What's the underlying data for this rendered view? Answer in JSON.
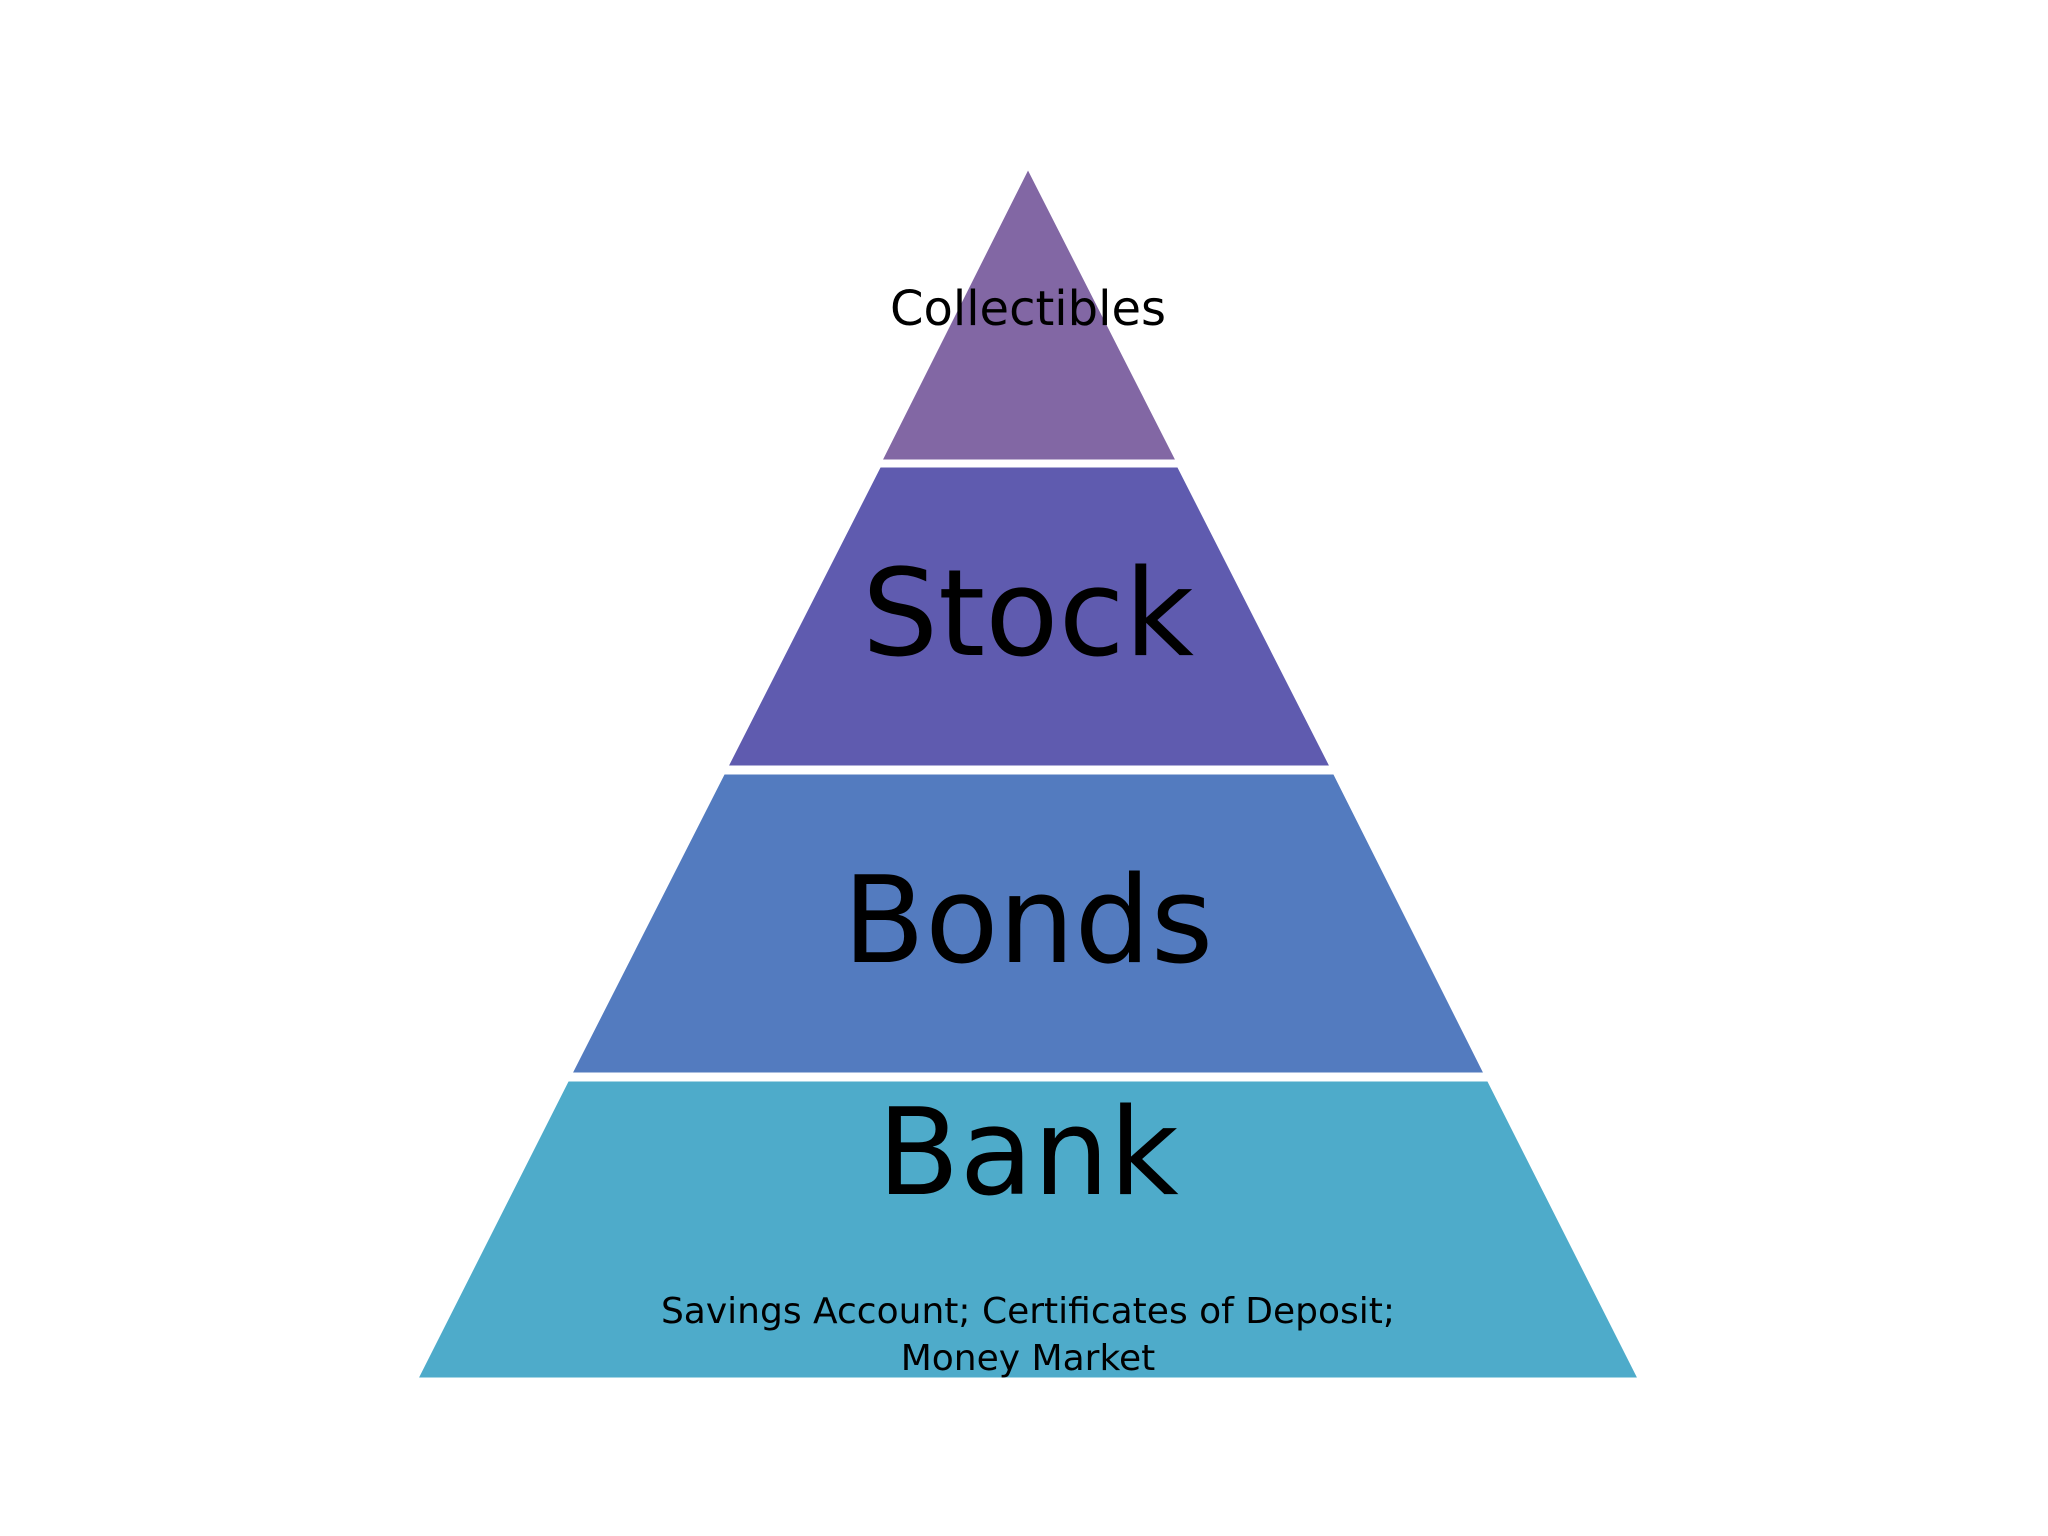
{
  "pyramid": {
    "tiers": [
      {
        "id": "collectibles",
        "label": "Collectibles",
        "sublabel": "",
        "color": "#8267A4"
      },
      {
        "id": "stock",
        "label": "Stock",
        "sublabel": "",
        "color": "#5F5BAF"
      },
      {
        "id": "bonds",
        "label": "Bonds",
        "sublabel": "",
        "color": "#537BBF"
      },
      {
        "id": "bank",
        "label": "Bank",
        "sublabel_lines": [
          "Savings Account; Certificates of Deposit;",
          "Money Market"
        ],
        "color": "#4EABCA"
      }
    ],
    "background_color": "#FFFFFF"
  }
}
